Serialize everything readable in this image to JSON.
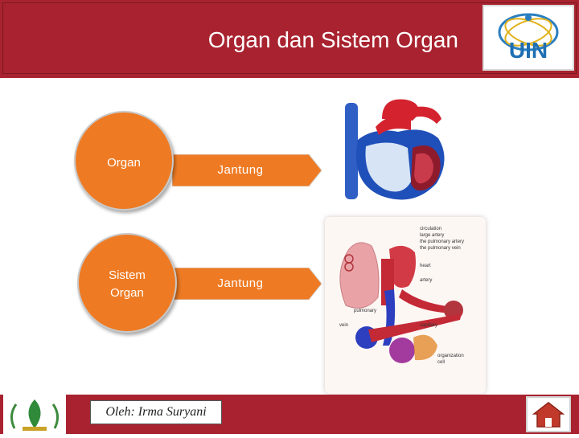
{
  "header": {
    "title": "Organ dan Sistem Organ",
    "logo_text": "UIN"
  },
  "diagram": {
    "rows": [
      {
        "circle_label": "Organ",
        "arrow_label": "Jantung"
      },
      {
        "circle_label": "Sistem Organ",
        "arrow_label": "Jantung"
      }
    ],
    "colors": {
      "circle": "#ee7b24",
      "arrow": "#ee7b24",
      "header": "#a8232f"
    }
  },
  "circulation_labels": [
    "circulation",
    "large artery",
    "the pulmonary artery",
    "the pulmonary vein",
    "heart",
    "artery",
    "pulmonary",
    "vein",
    "capillary",
    "organization",
    "cell"
  ],
  "footer": {
    "author": "Oleh: Irma Suryani"
  },
  "icons": [
    "uin-logo",
    "heart-illustration",
    "circulatory-system-illustration",
    "university-emblem-icon",
    "home-icon"
  ]
}
